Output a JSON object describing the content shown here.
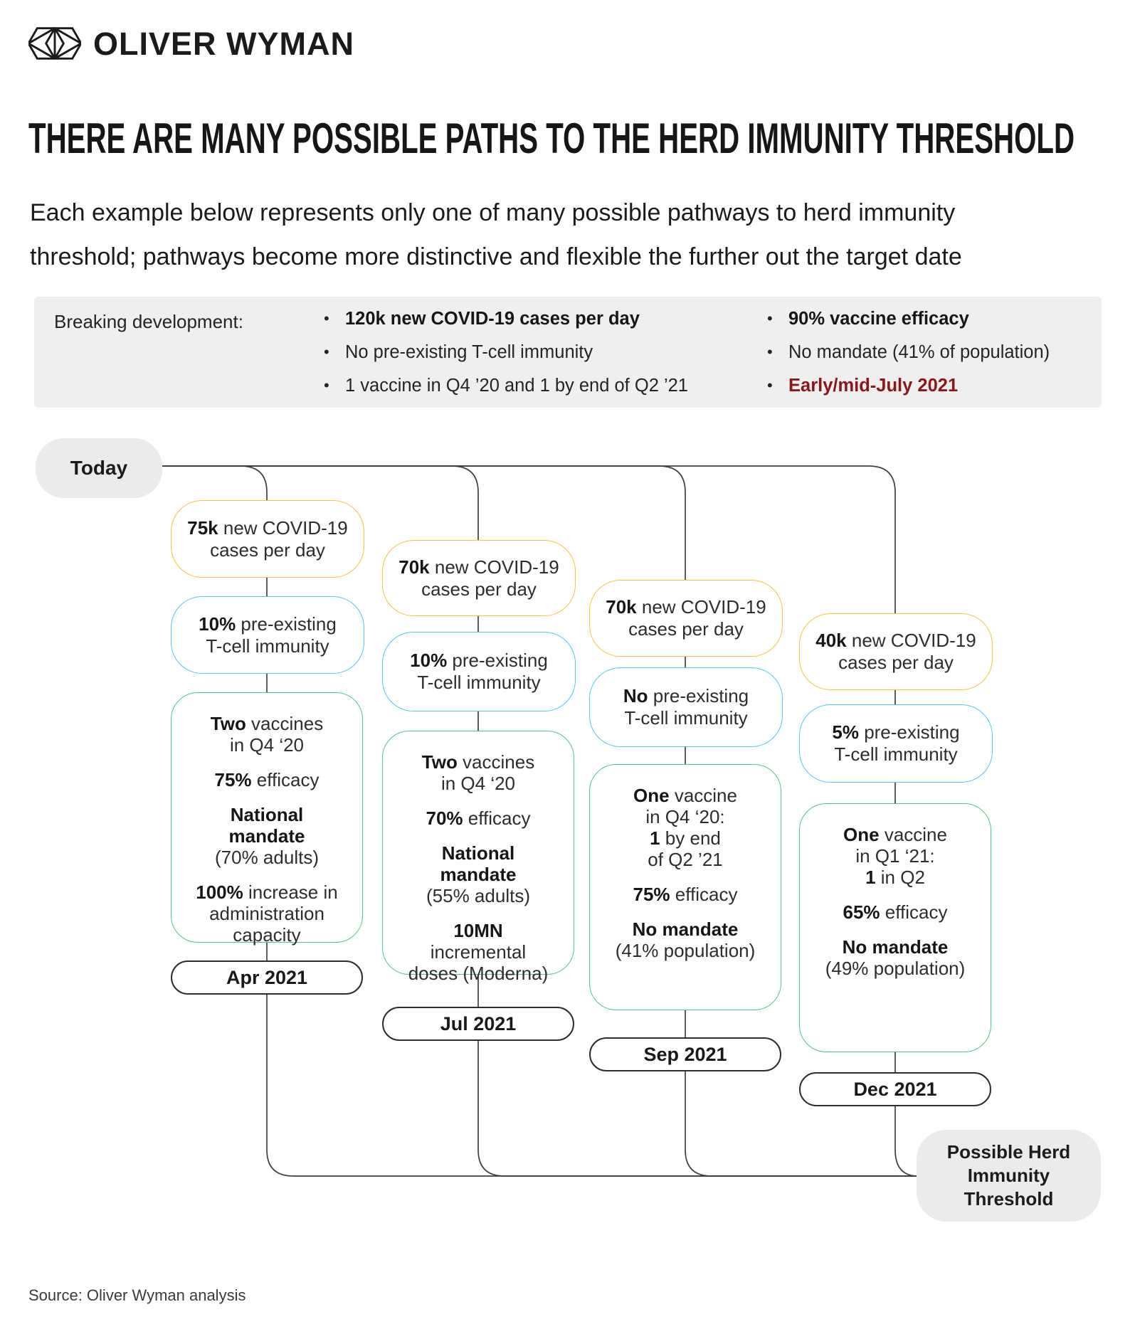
{
  "brand": {
    "wordmark": "OLIVER WYMAN"
  },
  "header": {
    "title": "THERE ARE MANY POSSIBLE PATHS TO THE HERD IMMUNITY THRESHOLD",
    "subtitle_lines": [
      "Each example below represents only one of many possible pathways to herd immunity",
      "threshold; pathways become more distinctive and flexible the further out the target date"
    ]
  },
  "breaking": {
    "label": "Breaking development:",
    "col1": [
      {
        "text": "120k new COVID-19 cases per day",
        "bold": true,
        "red": false
      },
      {
        "text": "No pre-existing T-cell immunity",
        "bold": false,
        "red": false
      },
      {
        "text": "1 vaccine in Q4 ’20 and 1 by end of Q2 ’21",
        "bold": false,
        "red": false
      }
    ],
    "col2": [
      {
        "text": "90% vaccine efficacy",
        "bold": true,
        "red": false
      },
      {
        "text": "No mandate (41% of population)",
        "bold": false,
        "red": false
      },
      {
        "text": "Early/mid-July 2021",
        "bold": true,
        "red": true
      }
    ]
  },
  "flow": {
    "start_label": "Today",
    "end_lines": [
      "Possible Herd",
      "Immunity",
      "Threshold"
    ],
    "columns": [
      {
        "date": "Apr 2021",
        "yellow": [
          [
            [
              "75k",
              1
            ],
            [
              " new COVID-19",
              0
            ]
          ],
          [
            [
              "cases per day",
              0
            ]
          ]
        ],
        "blue": [
          [
            [
              "10%",
              1
            ],
            [
              " pre-existing",
              0
            ]
          ],
          [
            [
              "T-cell immunity",
              0
            ]
          ]
        ],
        "green": [
          [
            [
              [
                "Two",
                1
              ],
              [
                " vaccines",
                0
              ]
            ],
            [
              [
                "in Q4 ‘20",
                0
              ]
            ]
          ],
          [
            [
              [
                "75%",
                1
              ],
              [
                " efficacy",
                0
              ]
            ]
          ],
          [
            [
              [
                "National",
                1
              ]
            ],
            [
              [
                "mandate",
                1
              ]
            ],
            [
              [
                "(70% adults)",
                0
              ]
            ]
          ],
          [
            [
              [
                "100%",
                1
              ],
              [
                " increase in",
                0
              ]
            ],
            [
              [
                "administration",
                0
              ]
            ],
            [
              [
                "capacity",
                0
              ]
            ]
          ]
        ]
      },
      {
        "date": "Jul 2021",
        "yellow": [
          [
            [
              "70k",
              1
            ],
            [
              " new COVID-19",
              0
            ]
          ],
          [
            [
              "cases per day",
              0
            ]
          ]
        ],
        "blue": [
          [
            [
              "10%",
              1
            ],
            [
              " pre-existing",
              0
            ]
          ],
          [
            [
              "T-cell immunity",
              0
            ]
          ]
        ],
        "green": [
          [
            [
              [
                "Two",
                1
              ],
              [
                " vaccines",
                0
              ]
            ],
            [
              [
                "in Q4 ‘20",
                0
              ]
            ]
          ],
          [
            [
              [
                "70%",
                1
              ],
              [
                " efficacy",
                0
              ]
            ]
          ],
          [
            [
              [
                "National",
                1
              ]
            ],
            [
              [
                "mandate",
                1
              ]
            ],
            [
              [
                "(55% adults)",
                0
              ]
            ]
          ],
          [
            [
              [
                "10MN",
                1
              ]
            ],
            [
              [
                "incremental",
                0
              ]
            ],
            [
              [
                "doses (Moderna)",
                0
              ]
            ]
          ]
        ]
      },
      {
        "date": "Sep 2021",
        "yellow": [
          [
            [
              "70k",
              1
            ],
            [
              " new COVID-19",
              0
            ]
          ],
          [
            [
              "cases per day",
              0
            ]
          ]
        ],
        "blue": [
          [
            [
              "No",
              1
            ],
            [
              " pre-existing",
              0
            ]
          ],
          [
            [
              "T-cell immunity",
              0
            ]
          ]
        ],
        "green": [
          [
            [
              [
                "One",
                1
              ],
              [
                " vaccine",
                0
              ]
            ],
            [
              [
                "in Q4 ‘20:",
                0
              ]
            ],
            [
              [
                "1",
                1
              ],
              [
                " by end",
                0
              ]
            ],
            [
              [
                "of Q2 ’21",
                0
              ]
            ]
          ],
          [
            [
              [
                "75%",
                1
              ],
              [
                " efficacy",
                0
              ]
            ]
          ],
          [
            [
              [
                "No mandate",
                1
              ]
            ],
            [
              [
                "(41% population)",
                0
              ]
            ]
          ]
        ]
      },
      {
        "date": "Dec 2021",
        "yellow": [
          [
            [
              "40k",
              1
            ],
            [
              " new COVID-19",
              0
            ]
          ],
          [
            [
              "cases per day",
              0
            ]
          ]
        ],
        "blue": [
          [
            [
              "5%",
              1
            ],
            [
              " pre-existing",
              0
            ]
          ],
          [
            [
              "T-cell immunity",
              0
            ]
          ]
        ],
        "green": [
          [
            [
              [
                "One",
                1
              ],
              [
                " vaccine",
                0
              ]
            ],
            [
              [
                "in Q1 ‘21:",
                0
              ]
            ],
            [
              [
                "1",
                1
              ],
              [
                " in Q2",
                0
              ]
            ]
          ],
          [
            [
              [
                "65%",
                1
              ],
              [
                " efficacy",
                0
              ]
            ]
          ],
          [
            [
              [
                "No mandate",
                1
              ]
            ],
            [
              [
                "(49% population)",
                0
              ]
            ]
          ]
        ]
      }
    ]
  },
  "source": "Source: Oliver Wyman analysis",
  "colors": {
    "yellow": "#FBC335",
    "blue": "#4DC9F6",
    "green": "#4FC87F",
    "red": "#8E1518",
    "node_gray": "#EBEBEC",
    "panel_gray": "#EFEFEF",
    "line": "#3F3F3F"
  }
}
